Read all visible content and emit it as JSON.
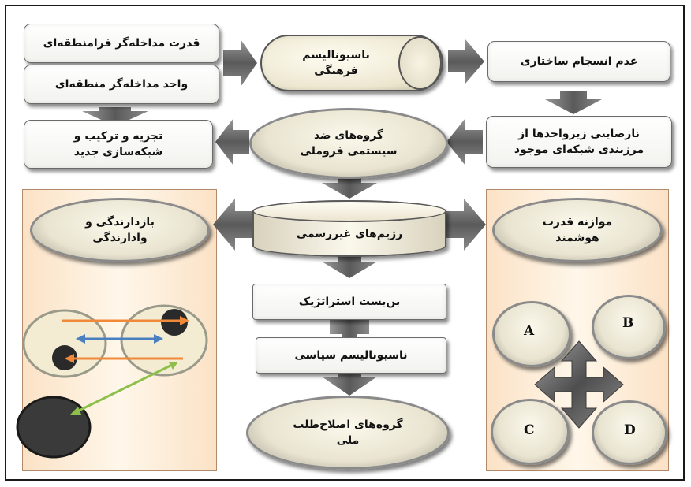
{
  "boxes": {
    "top_left_1": "قدرت مداخله‌گر فرامنطقه‌ای",
    "top_left_2": "واحد مداخله‌گر منطقه‌ای",
    "mid_left": "تجزیه و ترکیب و\nشبکه‌سازی جدید",
    "top_center": "ناسیونالیسم\nفرهنگی",
    "top_right": "عدم انسجام ساختاری",
    "mid_right": "نارضایتی زیرواحدها از\nمرزبندی شبکه‌ای موجود",
    "center_ellipse": "گروه‌های ضد\nسیستمی فروملی",
    "cylinder": "رژیم‌های غیررسمی",
    "deadlock": "بن‌بست استراتژیک",
    "political_nat": "ناسیونالیسم سیاسی",
    "reform_groups": "گروه‌های اصلاح‌طلب\nملی",
    "deterrence": "بازدارندگی و\nوادارندگی",
    "balance": "موازنه قدرت\nهوشمند"
  },
  "circles": {
    "a": "A",
    "b": "B",
    "c": "C",
    "d": "D"
  },
  "colors": {
    "arrow_gray": "#6e6e6e",
    "orange": "#f08a3a",
    "blue": "#4a7fc0",
    "green": "#8cc04a",
    "panel": "#fbe2c6"
  }
}
